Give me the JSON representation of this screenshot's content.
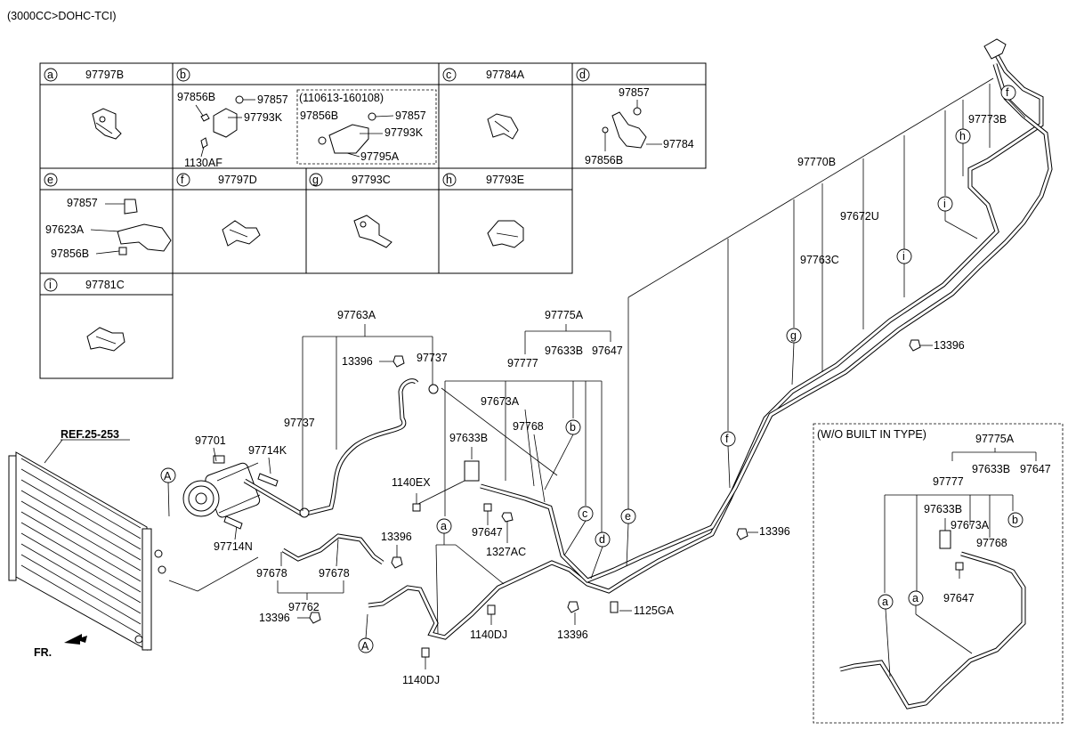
{
  "header": {
    "engine_spec": "(3000CC>DOHC-TCI)"
  },
  "legend": {
    "cells": [
      {
        "letter": "a",
        "parts": [
          "97797B"
        ]
      },
      {
        "letter": "b",
        "parts": [
          "97856B",
          "97857",
          "97793K",
          "1130AF"
        ],
        "sub_range": "(110613-160108)",
        "sub_parts": [
          "97856B",
          "97857",
          "97793K",
          "97795A"
        ]
      },
      {
        "letter": "c",
        "parts": [
          "97784A"
        ]
      },
      {
        "letter": "d",
        "parts": [
          "97857",
          "97784",
          "97856B"
        ]
      },
      {
        "letter": "e",
        "parts": [
          "97857",
          "97623A",
          "97856B"
        ]
      },
      {
        "letter": "f",
        "parts": [
          "97797D"
        ]
      },
      {
        "letter": "g",
        "parts": [
          "97793C"
        ]
      },
      {
        "letter": "h",
        "parts": [
          "97793E"
        ]
      },
      {
        "letter": "i",
        "parts": [
          "97781C"
        ]
      }
    ]
  },
  "main": {
    "ref_label": "REF.25-253",
    "front_label": "FR.",
    "connector_label": "A",
    "labels": {
      "p97763A": "97763A",
      "p13396_top": "13396",
      "p97737_top": "97737",
      "p97737_left": "97737",
      "p97701": "97701",
      "p97714K": "97714K",
      "p97714N": "97714N",
      "p97678_a": "97678",
      "p97678_b": "97678",
      "p97762": "97762",
      "p13396_mid": "13396",
      "p13396_low": "13396",
      "p97775A": "97775A",
      "p97633B_top": "97633B",
      "p97647_top": "97647",
      "p97777": "97777",
      "p97673A": "97673A",
      "p97768": "97768",
      "p97633B": "97633B",
      "p1140EX": "1140EX",
      "p97647": "97647",
      "p1327AC": "1327AC",
      "p1140DJ_a": "1140DJ",
      "p1140DJ_b": "1140DJ",
      "p13396_c": "13396",
      "p1125GA": "1125GA",
      "p97770B": "97770B",
      "p97773B": "97773B",
      "p97672U": "97672U",
      "p97763C": "97763C",
      "p13396_r1": "13396",
      "p13396_r2": "13396"
    },
    "callouts": [
      "a",
      "b",
      "c",
      "d",
      "e",
      "f",
      "g",
      "h",
      "i"
    ]
  },
  "wo_box": {
    "title": "(W/O BUILT IN TYPE)",
    "labels": {
      "p97775A": "97775A",
      "p97633B_top": "97633B",
      "p97647_top": "97647",
      "p97777": "97777",
      "p97633B": "97633B",
      "p97673A": "97673A",
      "p97768": "97768",
      "p97647": "97647"
    }
  }
}
